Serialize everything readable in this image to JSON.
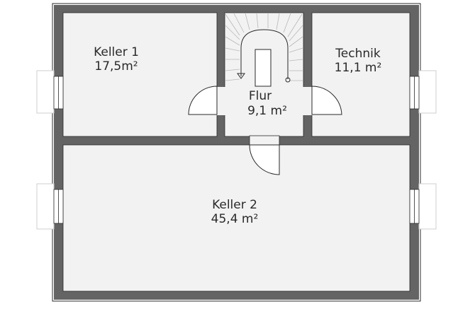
{
  "colors": {
    "wall": "#646464",
    "floor": "#f2f2f2",
    "line": "#2a2a2a",
    "stair_line": "#b8b8b8"
  },
  "rooms": {
    "keller1": {
      "name": "Keller 1",
      "area": "17,5m²"
    },
    "technik": {
      "name": "Technik",
      "area": "11,1 m²"
    },
    "flur": {
      "name": "Flur",
      "area": "9,1 m²"
    },
    "keller2": {
      "name": "Keller 2",
      "area": "45,4 m²"
    }
  }
}
